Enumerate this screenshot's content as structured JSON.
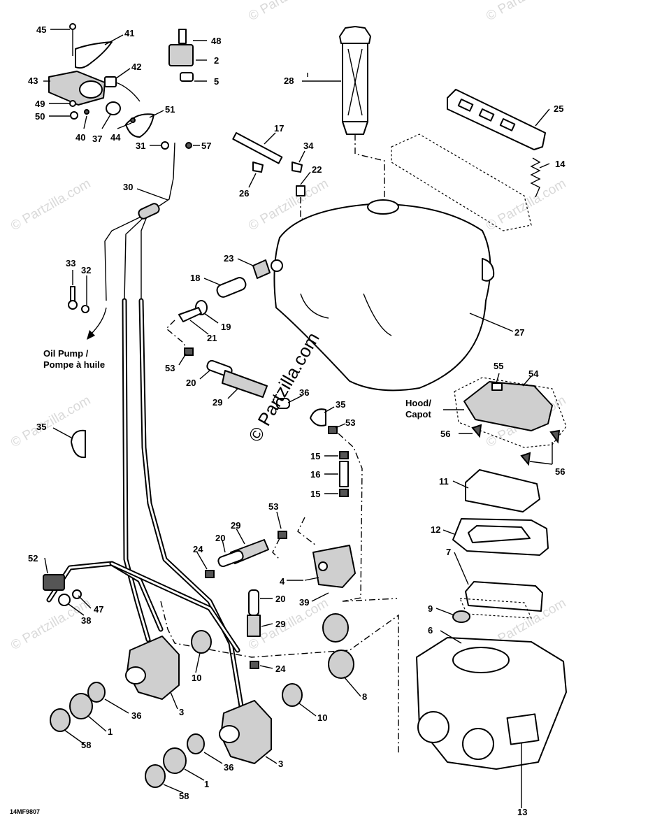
{
  "watermark": {
    "main": "© Partzilla.com",
    "faint": "© Partzilla.com"
  },
  "figure_code": "14MF9807",
  "notes": {
    "oil_pump_line1": "Oil Pump /",
    "oil_pump_line2": "Pompe à huile",
    "hood_line1": "Hood/",
    "hood_line2": "Capot"
  },
  "callouts": {
    "c45": "45",
    "c41": "41",
    "c48": "48",
    "c2": "2",
    "c42": "42",
    "c43": "43",
    "c5": "5",
    "c28": "28",
    "c49": "49",
    "c50": "50",
    "c40": "40",
    "c37": "37",
    "c44": "44",
    "c51": "51",
    "c25": "25",
    "c17": "17",
    "c31": "31",
    "c57": "57",
    "c34": "34",
    "c22": "22",
    "c14": "14",
    "c26": "26",
    "c30": "30",
    "c33": "33",
    "c32": "32",
    "c23": "23",
    "c18": "18",
    "c19": "19",
    "c21": "21",
    "c27": "27",
    "c53a": "53",
    "c20a": "20",
    "c29a": "29",
    "c55": "55",
    "c54": "54",
    "c36a": "36",
    "c35a": "35",
    "c53b": "53",
    "c35b": "35",
    "c56a": "56",
    "c56b": "56",
    "c15a": "15",
    "c16": "16",
    "c15b": "15",
    "c11": "11",
    "c53c": "53",
    "c29b": "29",
    "c12": "12",
    "c20b": "20",
    "c24a": "24",
    "c7": "7",
    "c52": "52",
    "c4": "4",
    "c20c": "20",
    "c39": "39",
    "c47": "47",
    "c38": "38",
    "c9": "9",
    "c6": "6",
    "c29c": "29",
    "c24b": "24",
    "c10a": "10",
    "c8": "8",
    "c3a": "3",
    "c36b": "36",
    "c1a": "1",
    "c10b": "10",
    "c58a": "58",
    "c36c": "36",
    "c3b": "3",
    "c1b": "1",
    "c13": "13",
    "c58b": "58"
  }
}
